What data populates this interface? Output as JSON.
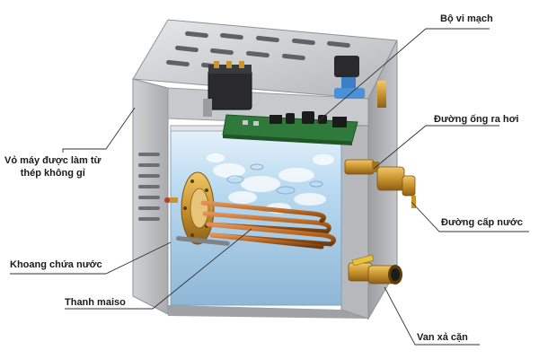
{
  "labels": {
    "circuit_board": "Bộ vi mạch",
    "steam_outlet": "Đường ống ra hơi",
    "shell_line1": "Vỏ máy được làm từ",
    "shell_line2": "thép không gỉ",
    "water_inlet": "Đường cấp nước",
    "water_chamber": "Khoang chứa nước",
    "heating_element": "Thanh maiso",
    "drain_valve": "Van xả cặn"
  },
  "colors": {
    "steel_light": "#d9dadc",
    "steel_mid": "#b9bbbe",
    "steel_dark": "#8e9094",
    "brass": "#c9932f",
    "copper": "#b5651d",
    "pcb_green": "#2f7a3a",
    "water": "#9fc9e8",
    "leader_line": "#333333"
  }
}
